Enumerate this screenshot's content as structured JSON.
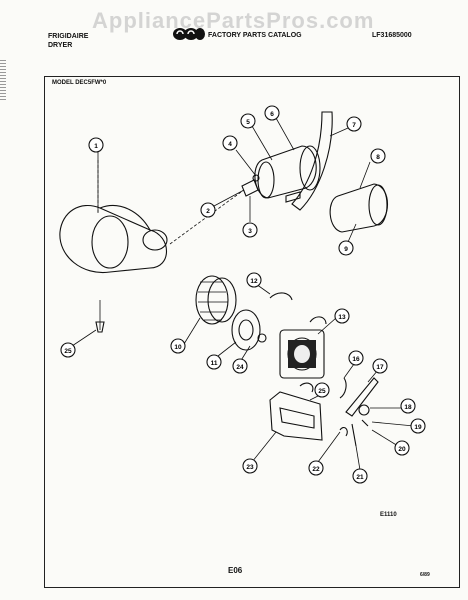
{
  "header": {
    "watermark": "AppliancePartsPros.com",
    "brand_line1": "FRIGIDAIRE",
    "brand_line2": "DRYER",
    "catalog": "FACTORY PARTS CATALOG",
    "catalog_code": "LF31685000",
    "model": "MODEL DEC5FW*0"
  },
  "footer": {
    "figure_code": "E1110",
    "page_code": "E06",
    "date": "6/89"
  },
  "callouts": [
    "1",
    "2",
    "3",
    "4",
    "5",
    "6",
    "7",
    "8",
    "9",
    "10",
    "11",
    "12",
    "13",
    "16",
    "17",
    "18",
    "19",
    "20",
    "21",
    "22",
    "23",
    "24",
    "25",
    "25"
  ]
}
